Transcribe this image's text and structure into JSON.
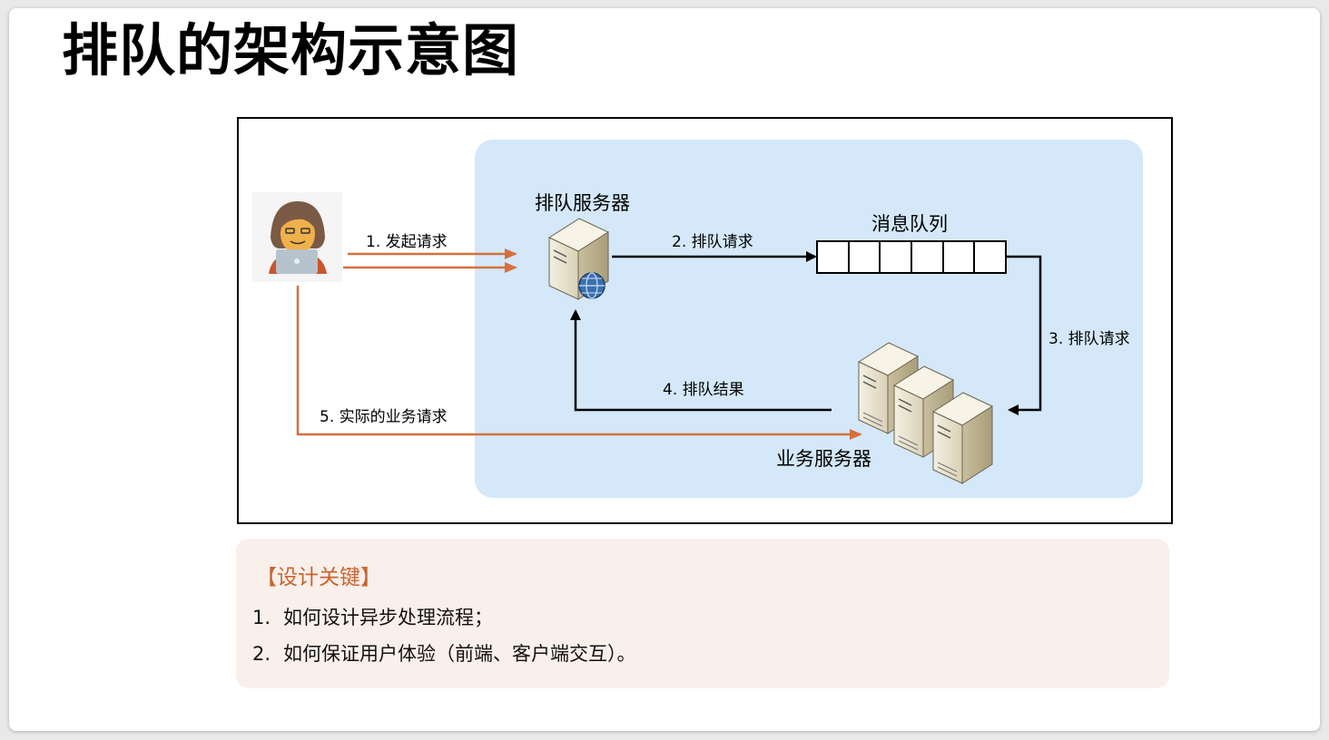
{
  "title": "排队的架构示意图",
  "diagram": {
    "queue_server_label": "排队服务器",
    "message_queue_label": "消息队列",
    "business_server_label": "业务服务器",
    "steps": {
      "s1": "1. 发起请求",
      "s2": "2. 排队请求",
      "s3": "3. 排队请求",
      "s4": "4. 排队结果",
      "s5": "5. 实际的业务请求"
    },
    "queue_slots": 6,
    "colors": {
      "panel": "#d4e8f9",
      "user_arrow": "#d5703c",
      "flow_arrow": "#000000",
      "key_title": "#c9652f",
      "key_box": "#f9efeb"
    }
  },
  "design_key": {
    "title": "【设计关键】",
    "items": [
      {
        "num": "1.",
        "text": "如何设计异步处理流程；"
      },
      {
        "num": "2.",
        "text": "如何保证用户体验（前端、客户端交互）。"
      }
    ]
  }
}
